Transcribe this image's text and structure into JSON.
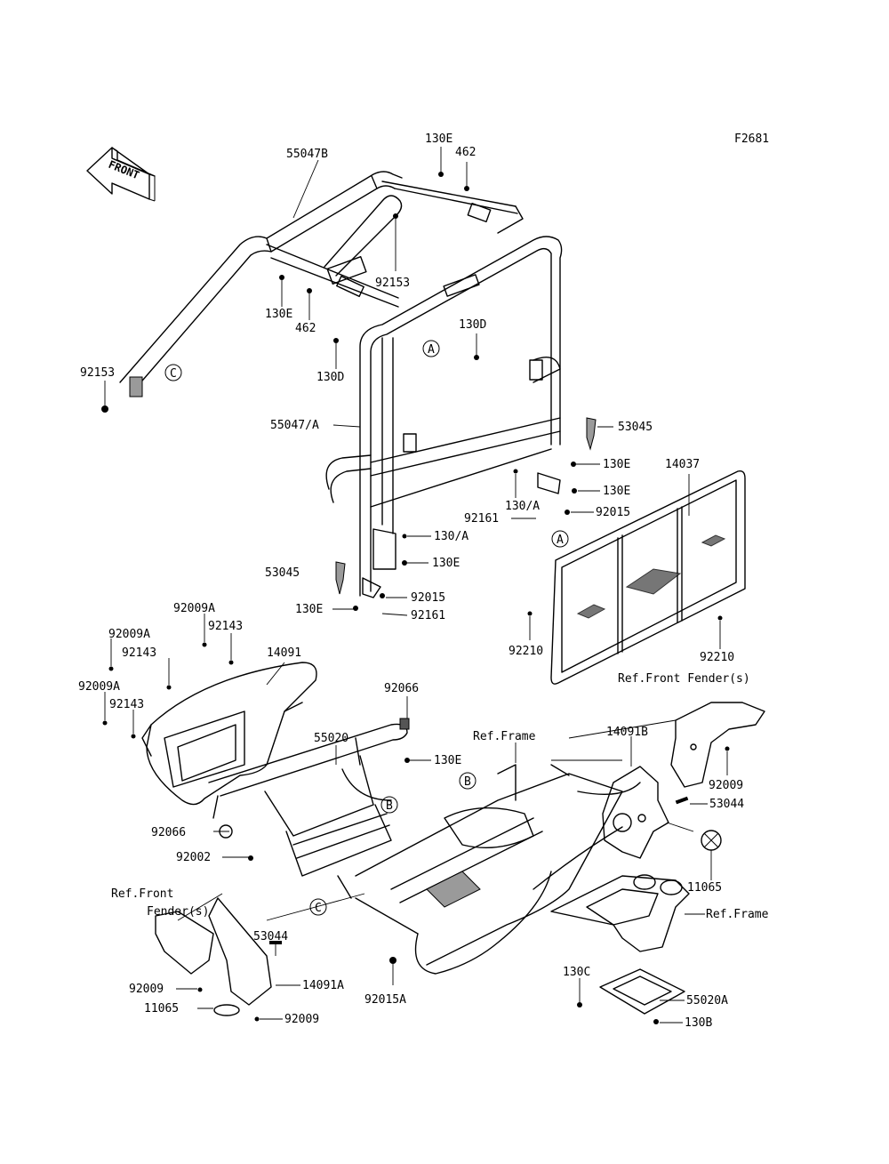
{
  "diagram_code": "F2681",
  "front_label": "FRONT",
  "callouts": [
    {
      "id": "c1",
      "text": "130E"
    },
    {
      "id": "c2",
      "text": "462"
    },
    {
      "id": "c3",
      "text": "55047B"
    },
    {
      "id": "c4",
      "text": "92153"
    },
    {
      "id": "c5",
      "text": "130E"
    },
    {
      "id": "c6",
      "text": "462"
    },
    {
      "id": "c7",
      "text": "130D"
    },
    {
      "id": "c8",
      "text": "130D"
    },
    {
      "id": "c9",
      "text": "92153"
    },
    {
      "id": "c10",
      "text": "55047/A"
    },
    {
      "id": "c11",
      "text": "53045"
    },
    {
      "id": "c12",
      "text": "130E"
    },
    {
      "id": "c13",
      "text": "14037"
    },
    {
      "id": "c14",
      "text": "130E"
    },
    {
      "id": "c15",
      "text": "130/A"
    },
    {
      "id": "c16",
      "text": "92015"
    },
    {
      "id": "c17",
      "text": "92161"
    },
    {
      "id": "c18",
      "text": "130/A"
    },
    {
      "id": "c19",
      "text": "53045"
    },
    {
      "id": "c20",
      "text": "130E"
    },
    {
      "id": "c21",
      "text": "92015"
    },
    {
      "id": "c22",
      "text": "130E"
    },
    {
      "id": "c23",
      "text": "92161"
    },
    {
      "id": "c24",
      "text": "92210"
    },
    {
      "id": "c25",
      "text": "92210"
    },
    {
      "id": "c26",
      "text": "92009A"
    },
    {
      "id": "c27",
      "text": "92143"
    },
    {
      "id": "c28",
      "text": "92009A"
    },
    {
      "id": "c29",
      "text": "92143"
    },
    {
      "id": "c30",
      "text": "14091"
    },
    {
      "id": "c31",
      "text": "92009A"
    },
    {
      "id": "c32",
      "text": "92143"
    },
    {
      "id": "c33",
      "text": "92066"
    },
    {
      "id": "c34",
      "text": "Ref.Front Fender(s)"
    },
    {
      "id": "c35",
      "text": "55020"
    },
    {
      "id": "c36",
      "text": "130E"
    },
    {
      "id": "c37",
      "text": "Ref.Frame"
    },
    {
      "id": "c38",
      "text": "14091B"
    },
    {
      "id": "c39",
      "text": "92009"
    },
    {
      "id": "c40",
      "text": "53044"
    },
    {
      "id": "c41",
      "text": "92066"
    },
    {
      "id": "c42",
      "text": "92002"
    },
    {
      "id": "c43",
      "text": "11065"
    },
    {
      "id": "c44",
      "text": "Ref.Front"
    },
    {
      "id": "c45",
      "text": "Fender(s)"
    },
    {
      "id": "c46",
      "text": "Ref.Frame"
    },
    {
      "id": "c47",
      "text": "53044"
    },
    {
      "id": "c48",
      "text": "130C"
    },
    {
      "id": "c49",
      "text": "55020A"
    },
    {
      "id": "c50",
      "text": "92009"
    },
    {
      "id": "c51",
      "text": "14091A"
    },
    {
      "id": "c52",
      "text": "92015A"
    },
    {
      "id": "c53",
      "text": "11065"
    },
    {
      "id": "c54",
      "text": "92009"
    },
    {
      "id": "c55",
      "text": "130B"
    }
  ],
  "markers": [
    {
      "id": "m1",
      "text": "A"
    },
    {
      "id": "m2",
      "text": "C"
    },
    {
      "id": "m3",
      "text": "A"
    },
    {
      "id": "m4",
      "text": "B"
    },
    {
      "id": "m5",
      "text": "B"
    },
    {
      "id": "m6",
      "text": "C"
    }
  ]
}
